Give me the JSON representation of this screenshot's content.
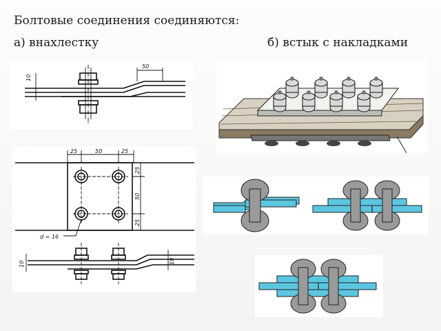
{
  "header": {
    "title": "Болтовые соединения соединяются:",
    "left_label": "а) внахлестку",
    "right_label": "б) встык с накладками"
  },
  "drawings": {
    "lap_side": {
      "dim_thickness": "10",
      "dim_offset": "50"
    },
    "lap_plan": {
      "dim_top": [
        "25",
        "50",
        "25"
      ],
      "dim_right": [
        "25",
        "50",
        "25"
      ],
      "hole_label": "d = 16",
      "dim_left": "10",
      "dim_right_side": "10"
    }
  },
  "colors": {
    "plate_blue": "#5bc6e0",
    "bolt_grey": "#9a9a9a",
    "wood": "#8a7a62"
  }
}
